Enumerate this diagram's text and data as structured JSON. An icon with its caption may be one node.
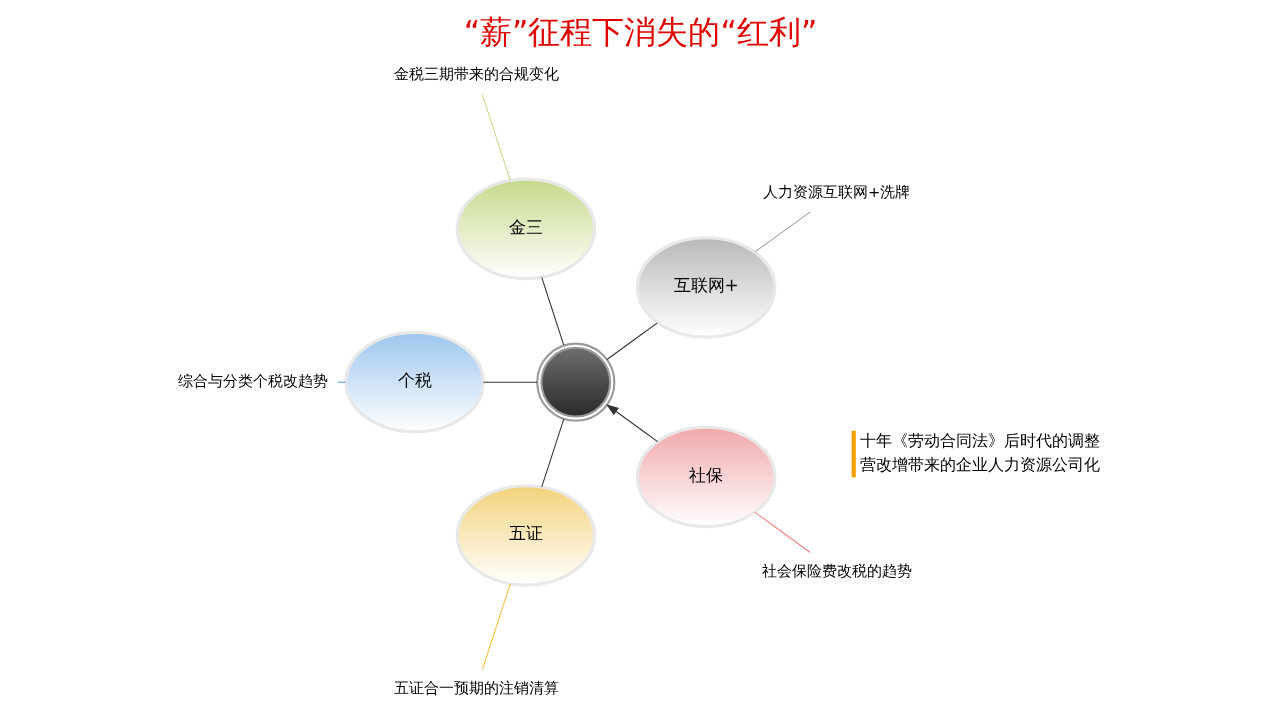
{
  "diagram": {
    "title": "“薪”征程下消失的“红利”",
    "nodes": [
      {
        "text": [],
        "shape": "circle"
      },
      {
        "text": [
          "金三"
        ]
      },
      {
        "text": [
          "个税"
        ]
      },
      {
        "text": [
          "五证"
        ]
      },
      {
        "text": [
          "互联网+"
        ]
      },
      {
        "text": [
          "社保"
        ]
      },
      {
        "text": [
          "金税三期带来的合规变化"
        ]
      },
      {
        "text": [
          "综合与分类个税改趋势"
        ]
      },
      {
        "text": [
          "五证合一预期的注销清算"
        ]
      },
      {
        "text": [
          "人力资源互联网+洗牌"
        ]
      },
      {
        "text": [
          "社会保险费改税的趋势"
        ]
      }
    ],
    "edges": [
      {
        "from": 1,
        "to": 0,
        "arrow": "none"
      },
      {
        "from": 2,
        "to": 0,
        "arrow": "none"
      },
      {
        "from": 3,
        "to": 0,
        "arrow": "none"
      },
      {
        "from": 0,
        "to": 4,
        "arrow": "none"
      },
      {
        "from": 5,
        "to": 0,
        "arrow": "to"
      },
      {
        "from": 6,
        "to": 1,
        "arrow": "none",
        "color": "#c5d98a"
      },
      {
        "from": 7,
        "to": 2,
        "arrow": "none",
        "color": "#5b9bd5"
      },
      {
        "from": 8,
        "to": 3,
        "arrow": "none",
        "color": "#f0c040"
      },
      {
        "from": 9,
        "to": 4,
        "arrow": "none",
        "color": "#a0a0a0"
      },
      {
        "from": 10,
        "to": 5,
        "arrow": "none",
        "color": "#f08080"
      }
    ],
    "labels": [
      "十年《劳动合同法》后时代的调整",
      "营改增带来的企业人力资源公司化"
    ]
  }
}
